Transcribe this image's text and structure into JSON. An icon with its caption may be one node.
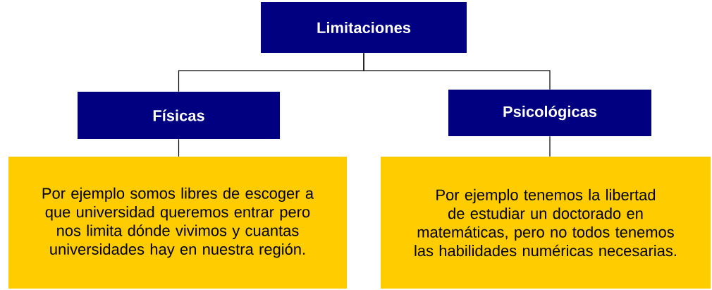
{
  "diagram": {
    "nodes": [
      {
        "text": [
          "Limitaciones"
        ]
      },
      {
        "text": [
          "Físicas"
        ]
      },
      {
        "text": [
          "Psicológicas"
        ]
      },
      {
        "text": [
          "Por ejemplo somos libres de escoger a que universidad queremos entrar pero nos limita dónde vivimos y cuantas universidades hay en nuestra región."
        ]
      },
      {
        "text": [
          "Por ejemplo tenemos la libertad de estudiar un doctorado en matemáticas, pero no todos tenemos las habilidades numéricas necesarias."
        ]
      }
    ],
    "edges": [
      {
        "from": 0,
        "to": 1,
        "arrow": "none"
      },
      {
        "from": 0,
        "to": 2,
        "arrow": "none"
      },
      {
        "from": 1,
        "to": 3,
        "arrow": "none"
      },
      {
        "from": 2,
        "to": 4,
        "arrow": "none"
      }
    ]
  }
}
